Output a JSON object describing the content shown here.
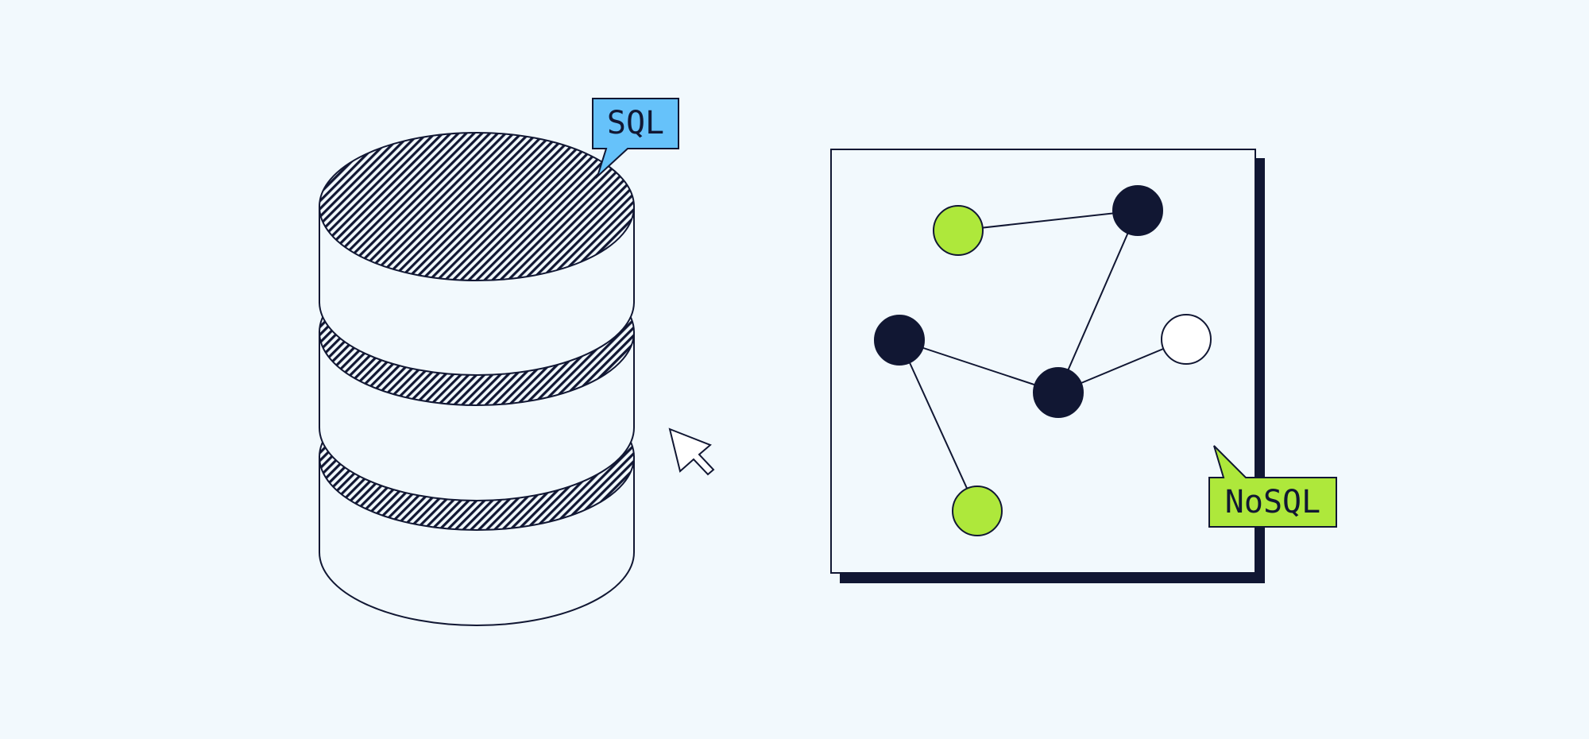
{
  "background": "#f2f9fd",
  "colors": {
    "ink": "#111733",
    "sql_badge": "#66c2fa",
    "nosql_badge": "#aee83b",
    "node_dark": "#111733",
    "node_green": "#aee83b",
    "node_white": "#ffffff",
    "panel_fill": "#f2f9fd"
  },
  "sql_label": "SQL",
  "nosql_label": "NoSQL",
  "icons": {
    "database": "database-icon",
    "cursor": "mouse-pointer-icon",
    "graph": "graph-network-icon"
  },
  "graph": {
    "nodes": [
      {
        "id": "n1",
        "color": "green"
      },
      {
        "id": "n2",
        "color": "dark"
      },
      {
        "id": "n3",
        "color": "dark"
      },
      {
        "id": "n4",
        "color": "dark"
      },
      {
        "id": "n5",
        "color": "white"
      },
      {
        "id": "n6",
        "color": "green"
      }
    ],
    "edges": [
      [
        "n1",
        "n2"
      ],
      [
        "n2",
        "n4"
      ],
      [
        "n3",
        "n4"
      ],
      [
        "n4",
        "n5"
      ],
      [
        "n3",
        "n6"
      ]
    ]
  }
}
